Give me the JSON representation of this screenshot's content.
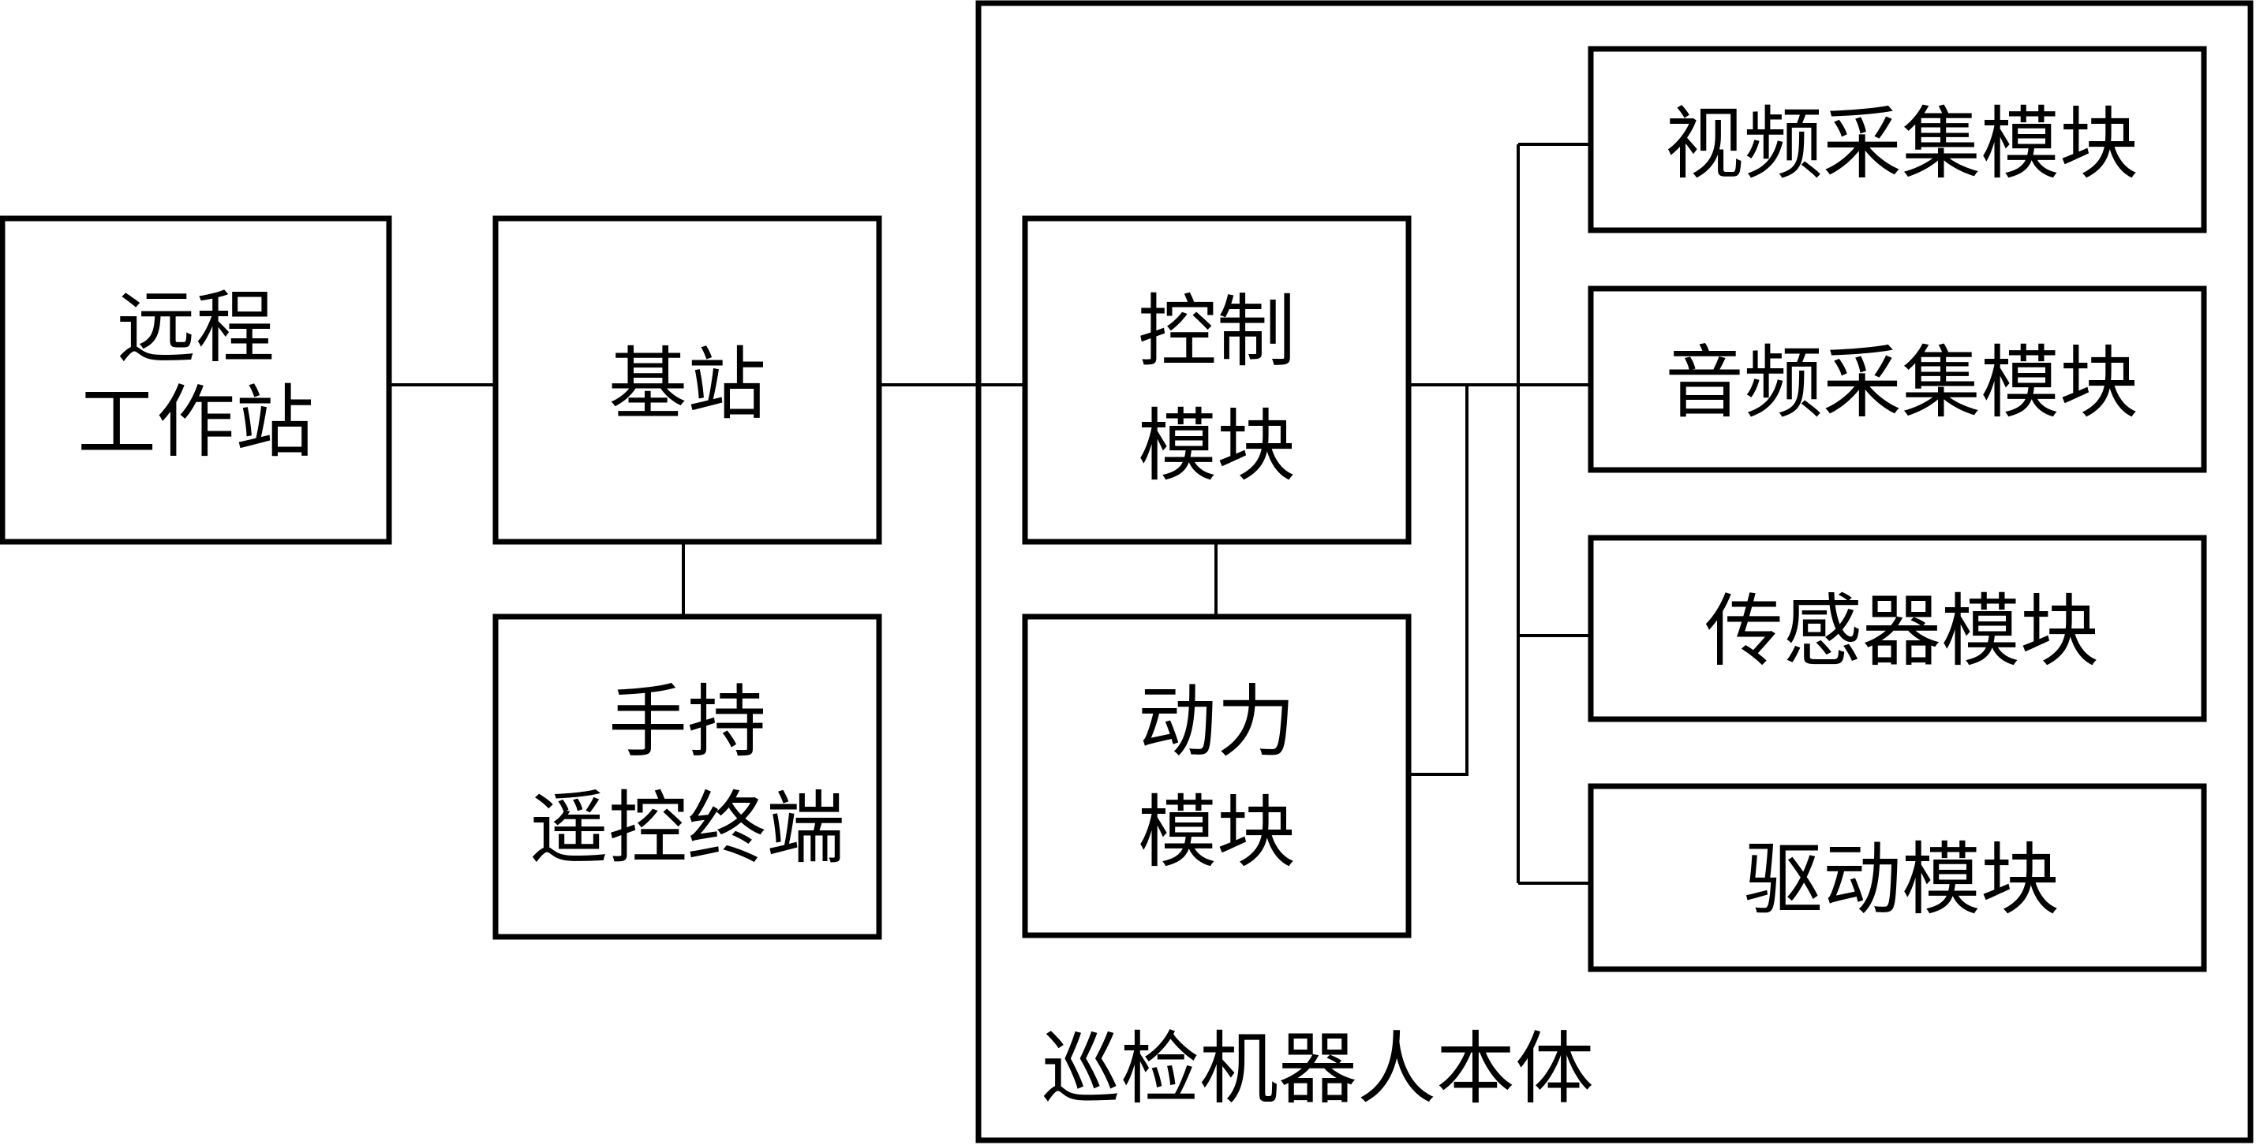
{
  "diagram": {
    "type": "block-diagram",
    "colors": {
      "stroke": "#000000",
      "background": "#ffffff"
    },
    "nodes": {
      "remote_workstation": {
        "line1": "远程",
        "line2": "工作站"
      },
      "base_station": {
        "label": "基站"
      },
      "handheld_terminal": {
        "line1": "手持",
        "line2": "遥控终端"
      },
      "robot_body": {
        "label": "巡检机器人本体"
      },
      "control_module": {
        "line1": "控制",
        "line2": "模块"
      },
      "power_module": {
        "line1": "动力",
        "line2": "模块"
      },
      "video_module": {
        "label": "视频采集模块"
      },
      "audio_module": {
        "label": "音频采集模块"
      },
      "sensor_module": {
        "label": "传感器模块"
      },
      "drive_module": {
        "label": "驱动模块"
      }
    },
    "edges": [
      {
        "from": "远程工作站",
        "to": "基站"
      },
      {
        "from": "基站",
        "to": "手持遥控终端"
      },
      {
        "from": "基站",
        "to": "控制模块"
      },
      {
        "from": "控制模块",
        "to": "动力模块"
      },
      {
        "from": "控制模块",
        "to": "视频采集模块"
      },
      {
        "from": "控制模块",
        "to": "音频采集模块"
      },
      {
        "from": "控制模块",
        "to": "传感器模块"
      },
      {
        "from": "控制模块",
        "to": "驱动模块"
      },
      {
        "from": "动力模块",
        "to": "控制模块总线"
      }
    ]
  }
}
